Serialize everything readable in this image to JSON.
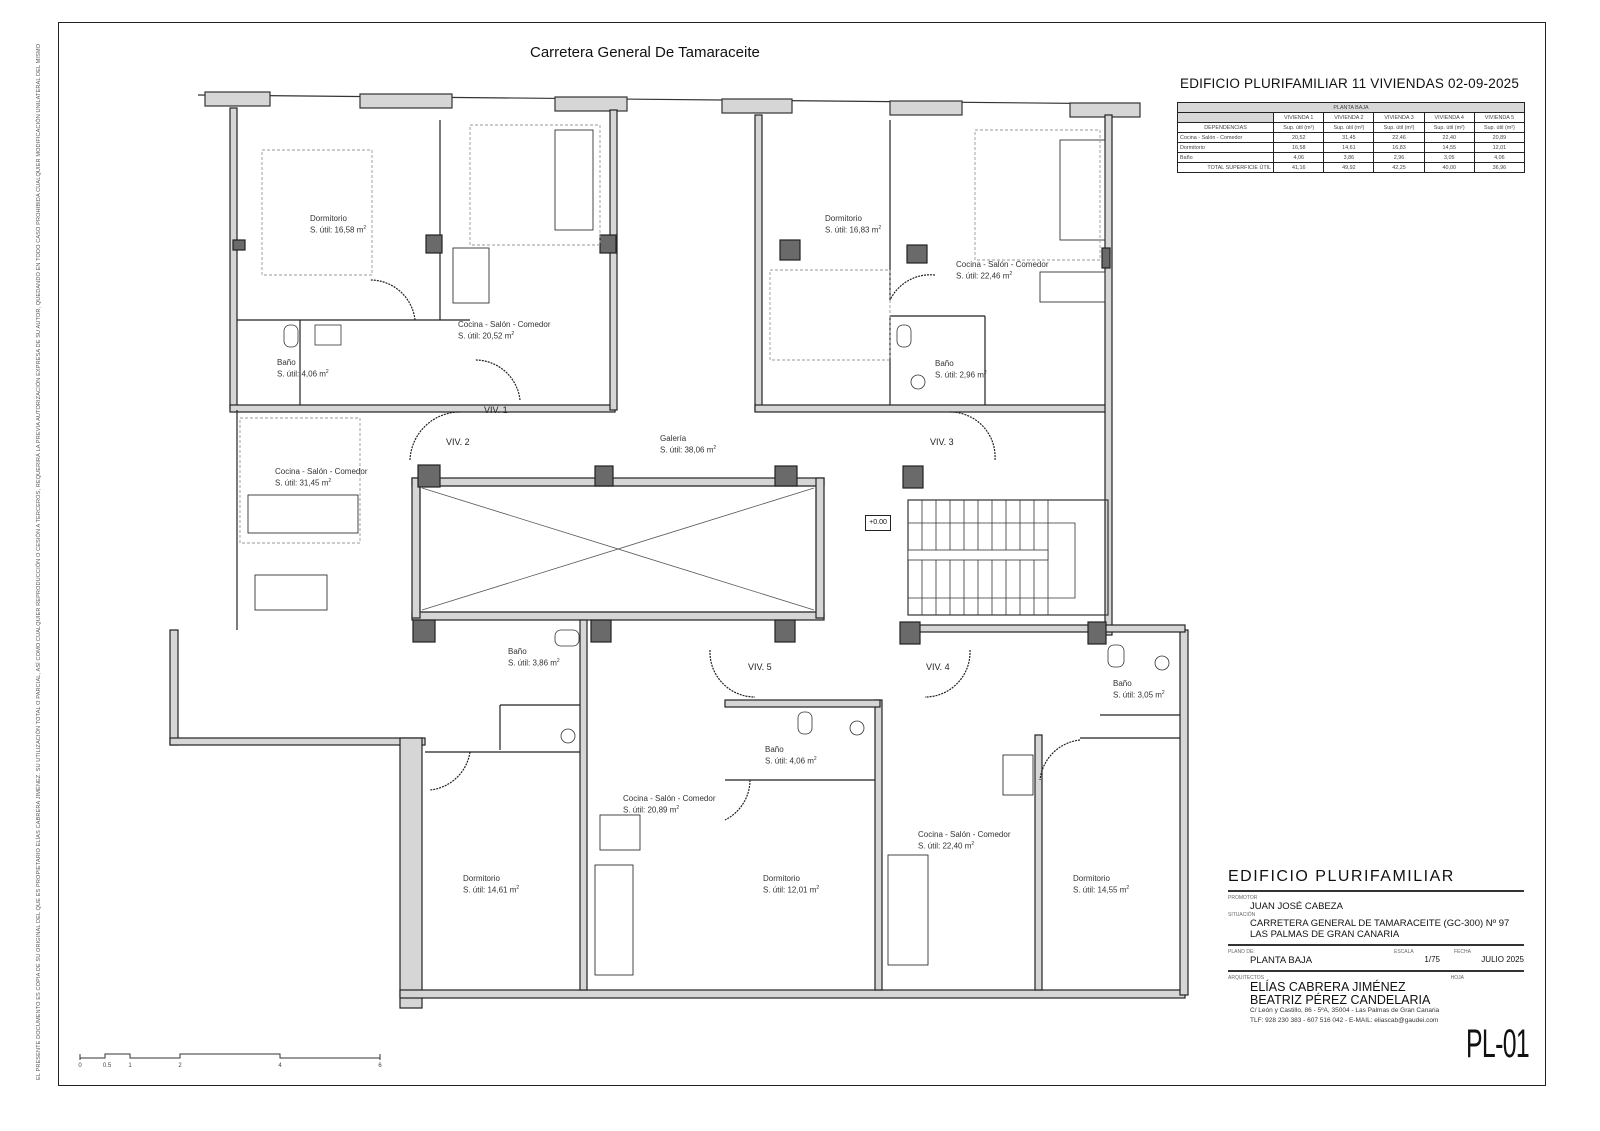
{
  "disclaimer": "EL PRESENTE DOCUMENTO ES COPIA DE SU ORIGINAL DEL QUE ES PROPIETARIO ELÍAS CABRERA JIMÉNEZ. SU UTILIZACIÓN TOTAL O PARCIAL, ASÍ COMO CUALQUIER REPRODUCCIÓN O CESIÓN A TERCEROS, REQUERIRÁ LA PREVIA AUTORIZACIÓN EXPRESA DE SU AUTOR, QUEDANDO EN TODO CASO PROHIBIDA CUALQUIER MODIFICACIÓN UNILATERAL DEL MISMO",
  "road_label": "Carretera General De Tamaraceite",
  "sheet_title": "EDIFICIO PLURIFAMILIAR 11 VIVIENDAS 02-09-2025",
  "level_mark": "+0.00",
  "rooms": [
    {
      "name": "Dormitorio",
      "area": "S. útil: 16,58 m",
      "unit": "VIV. 1"
    },
    {
      "name": "Cocina - Salón - Comedor",
      "area": "S. útil: 20,52 m",
      "unit": "VIV. 1"
    },
    {
      "name": "Baño",
      "area": "S. útil: 4,06 m",
      "unit": "VIV. 1"
    },
    {
      "name": "Cocina - Salón - Comedor",
      "area": "S. útil: 31,45 m",
      "unit": "VIV. 2"
    },
    {
      "name": "Dormitorio",
      "area": "S. útil: 14,61 m",
      "unit": "VIV. 2"
    },
    {
      "name": "Baño",
      "area": "S. útil: 3,86 m",
      "unit": "VIV. 2"
    },
    {
      "name": "Dormitorio",
      "area": "S. útil: 16,83 m",
      "unit": "VIV. 3"
    },
    {
      "name": "Cocina - Salón - Comedor",
      "area": "S. útil: 22,46 m",
      "unit": "VIV. 3"
    },
    {
      "name": "Baño",
      "area": "S. útil: 2,96 m",
      "unit": "VIV. 3"
    },
    {
      "name": "Galería",
      "area": "S. útil: 38,06 m",
      "unit": "common"
    },
    {
      "name": "Cocina - Salón - Comedor",
      "area": "S. útil: 20,89 m",
      "unit": "VIV. 5"
    },
    {
      "name": "Baño",
      "area": "S. útil: 4,06 m",
      "unit": "VIV. 5"
    },
    {
      "name": "Dormitorio",
      "area": "S. útil: 12,01 m",
      "unit": "VIV. 5"
    },
    {
      "name": "Cocina - Salón - Comedor",
      "area": "S. útil: 22,40 m",
      "unit": "VIV. 4"
    },
    {
      "name": "Baño",
      "area": "S. útil: 3,05 m",
      "unit": "VIV. 4"
    },
    {
      "name": "Dormitorio",
      "area": "S. útil: 14,55 m",
      "unit": "VIV. 4"
    }
  ],
  "unit_labels": [
    "VIV. 1",
    "VIV. 2",
    "VIV. 3",
    "VIV. 4",
    "VIV. 5"
  ],
  "table": {
    "band": "PLANTA BAJA",
    "dep_header": "DEPENDENCIAS",
    "units": [
      "VIVIENDA 1",
      "VIVIENDA 2",
      "VIVIENDA 3",
      "VIVIENDA 4",
      "VIVIENDA 5"
    ],
    "sub_header": "Sup. útil (m²)",
    "rows": [
      {
        "label": "Cocina - Salón - Comedor",
        "values": [
          "20,52",
          "31,45",
          "22,46",
          "22,40",
          "20,89"
        ]
      },
      {
        "label": "Dormitorio",
        "values": [
          "16,58",
          "14,61",
          "16,83",
          "14,55",
          "12,01"
        ]
      },
      {
        "label": "Baño",
        "values": [
          "4,06",
          "3,86",
          "2,96",
          "3,05",
          "4,06"
        ]
      },
      {
        "label": "TOTAL SUPERFICIE ÚTIL",
        "values": [
          "41,16",
          "49,92",
          "42,25",
          "40,00",
          "36,96"
        ]
      }
    ]
  },
  "title_block": {
    "title": "EDIFICIO PLURIFAMILIAR",
    "promotor_label": "PROMOTOR",
    "promotor": "JUAN JOSÉ CABEZA",
    "situacion_label": "SITUACIÓN",
    "situacion_1": "CARRETERA GENERAL DE TAMARACEITE (GC-300) Nº 97",
    "situacion_2": "LAS PALMAS DE GRAN CANARIA",
    "plano_label": "PLANO DE:",
    "plano": "PLANTA BAJA",
    "escala_label": "ESCALA",
    "escala": "1/75",
    "fecha_label": "FECHA",
    "fecha": "JULIO 2025",
    "arquitectos_label": "ARQUITECTOS",
    "arq_1": "ELÍAS CABRERA JIMÉNEZ",
    "arq_2": "BEATRIZ PÉREZ CANDELARIA",
    "address": "C/ León y Castillo, 86 - 5ºA, 35004 - Las Palmas de Gran Canaria",
    "contact": "TLF: 928 230 383 - 607 516 042  -  E-MAIL: eliascab@gaudei.com",
    "hoja_label": "HOJA",
    "hoja": "PL-01"
  },
  "scale_bar": {
    "ticks": [
      "0",
      "0.5",
      "1",
      "2",
      "4",
      "6"
    ]
  }
}
